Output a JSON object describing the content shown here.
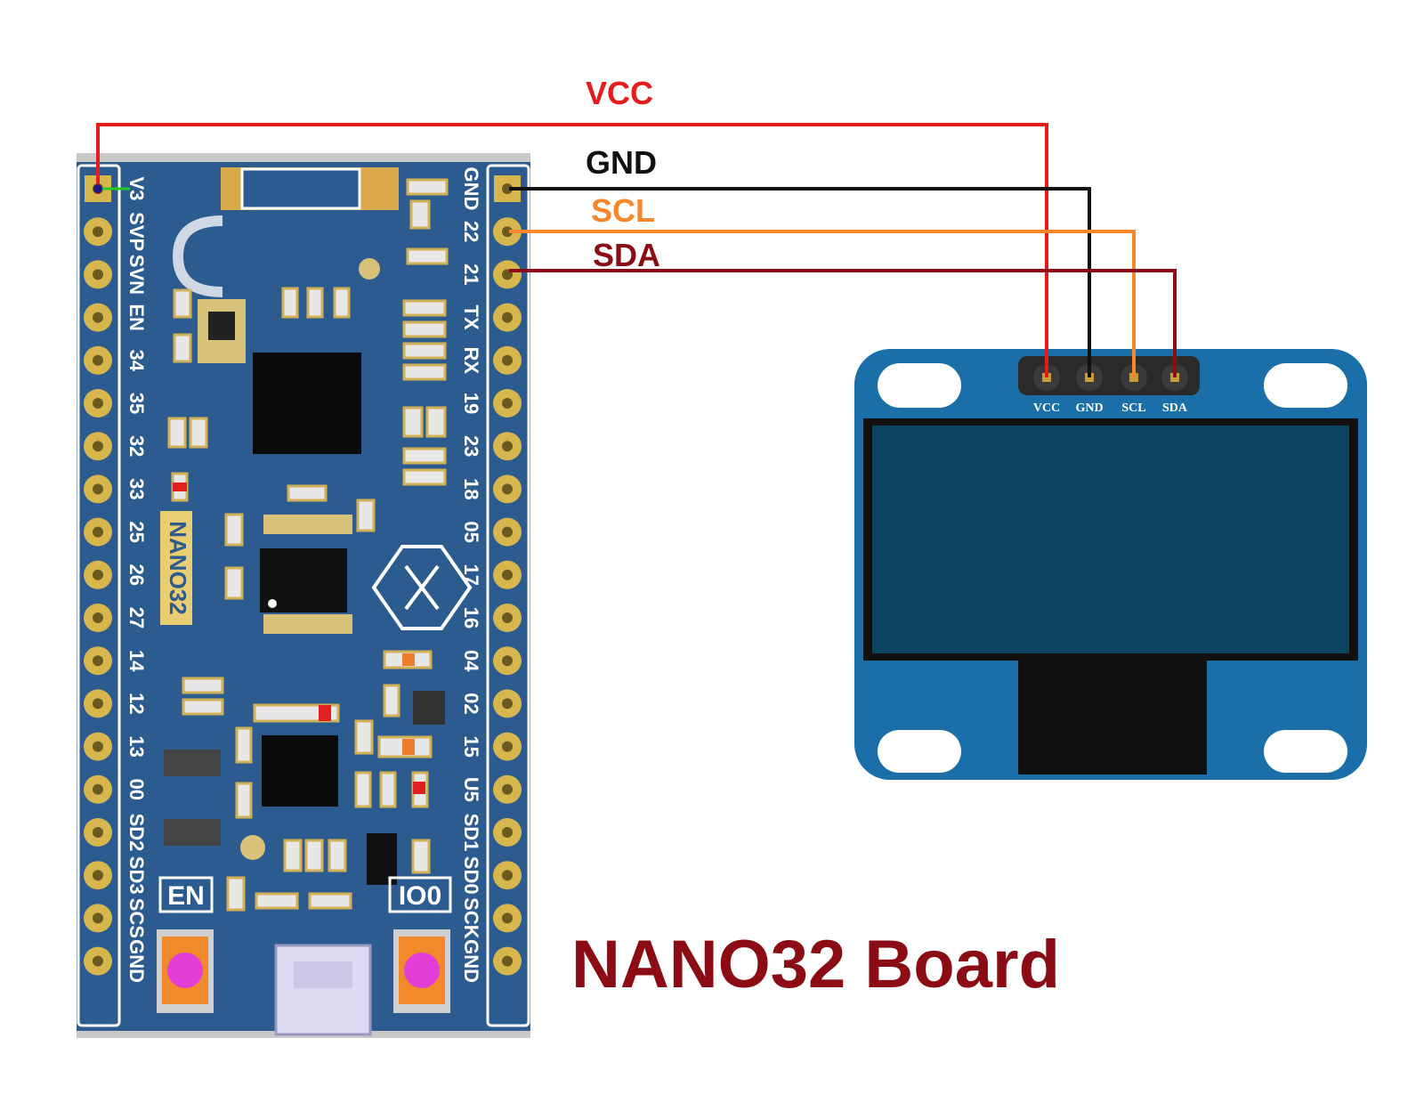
{
  "title": "NANO32 Board",
  "wires": [
    {
      "label": "VCC",
      "color": "#e41c1c"
    },
    {
      "label": "GND",
      "color": "#111111"
    },
    {
      "label": "SCL",
      "color": "#f7872a"
    },
    {
      "label": "SDA",
      "color": "#8b0c14"
    }
  ],
  "board": {
    "silkscreen": "NANO32",
    "left_pins": [
      "V3",
      "SVP",
      "SVN",
      "EN",
      "34",
      "35",
      "32",
      "33",
      "25",
      "26",
      "27",
      "14",
      "12",
      "13",
      "00",
      "SD2",
      "SD3",
      "SCS",
      "GND"
    ],
    "right_pins": [
      "GND",
      "22",
      "21",
      "TX",
      "RX",
      "19",
      "23",
      "18",
      "05",
      "17",
      "16",
      "04",
      "02",
      "15",
      "U5",
      "SD1",
      "SD0",
      "SCK",
      "GND"
    ],
    "button_en": "EN",
    "button_io0": "IO0",
    "pcb_color": "#2c5b8f"
  },
  "oled": {
    "pins": [
      "VCC",
      "GND",
      "SCL",
      "SDA"
    ],
    "pcb_color": "#1b6fa8"
  }
}
